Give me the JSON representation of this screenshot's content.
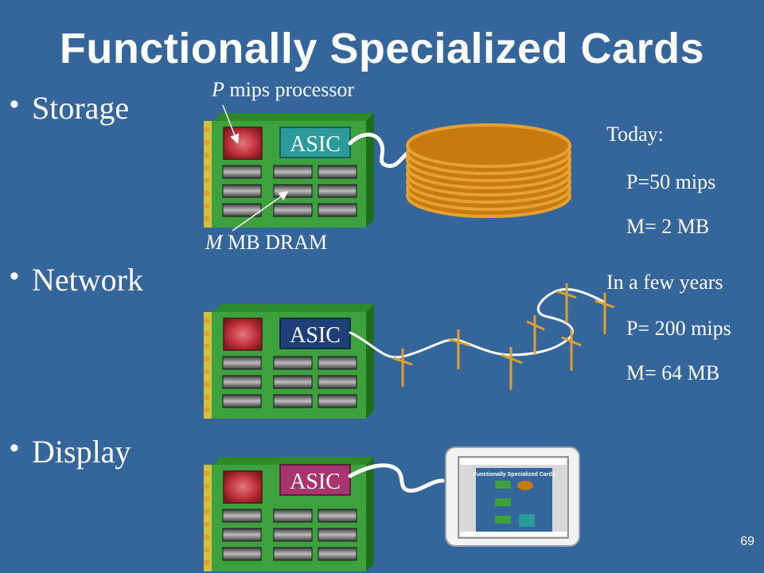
{
  "slide": {
    "title": "Functionally Specialized Cards",
    "page_number": "69",
    "bullet_glyph": "•",
    "bullets": [
      {
        "label": "Storage"
      },
      {
        "label": "Network"
      },
      {
        "label": "Display"
      }
    ],
    "callouts": {
      "processor_var": "P",
      "processor_rest": " mips processor",
      "dram_var": "M",
      "dram_rest": " MB DRAM"
    },
    "cards": [
      {
        "chip_label": "ASIC",
        "asic_color": "#2a9a9a"
      },
      {
        "chip_label": "ASIC",
        "asic_color": "#1e3f78"
      },
      {
        "chip_label": "ASIC",
        "asic_color": "#a8336e"
      }
    ],
    "today": {
      "heading": "Today:",
      "p_line": "P=50 mips",
      "m_line": "M= 2 MB"
    },
    "future": {
      "heading": "In a few years",
      "p_line": "P= 200 mips",
      "m_line": "M= 64 MB"
    },
    "thumbnail": {
      "title": "Functionally Specialized Cards"
    }
  },
  "colors": {
    "background": "#34669b",
    "card_green": "#3da13d",
    "processor_red": "#c0303a",
    "disk_orange": "#c77a0e",
    "wire_gold": "#e0a030"
  }
}
